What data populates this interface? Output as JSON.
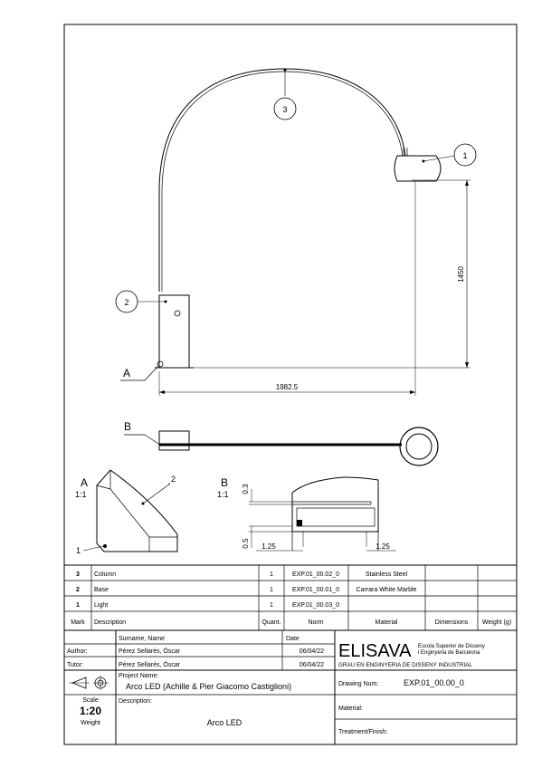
{
  "views": {
    "main": {
      "balloons": [
        "3",
        "1",
        "2"
      ],
      "height_dim": "1450",
      "width_dim": "1982.5",
      "section_label": "A"
    },
    "top": {
      "section_label": "B"
    },
    "detail_a": {
      "label": "A",
      "scale": "1:1",
      "balloons": [
        "2",
        "1"
      ]
    },
    "detail_b": {
      "label": "B",
      "scale": "1:1",
      "dims": [
        "0.3",
        "0.5",
        "1.25",
        "1.25"
      ]
    }
  },
  "bom": {
    "rows": [
      {
        "mark": "3",
        "description": "Column",
        "quantity": "1",
        "norm": "EXP.01_00.02_0",
        "material": "Stainless Steel",
        "dimensions": "",
        "weight": ""
      },
      {
        "mark": "2",
        "description": "Base",
        "quantity": "1",
        "norm": "EXP.01_00.01_0",
        "material": "Carrara White Marble",
        "dimensions": "",
        "weight": ""
      },
      {
        "mark": "1",
        "description": "Light",
        "quantity": "1",
        "norm": "EXP.01_00.03_0",
        "material": "",
        "dimensions": "",
        "weight": ""
      }
    ],
    "headers": {
      "mark": "Mark",
      "description": "Description",
      "quantity": "Quant.",
      "norm": "Norm",
      "material": "Material",
      "dimensions": "Dimensions",
      "weight": "Weight (g)"
    }
  },
  "title_block": {
    "surname_header": "Surname, Name",
    "date_header": "Date",
    "author_label": "Author:",
    "author_name": "Pérez Sellarés, Óscar",
    "author_date": "06/04/22",
    "tutor_label": "Tutor:",
    "tutor_name": "Pérez Sellarés, Óscar",
    "tutor_date": "06/04/22",
    "school_name": "ELISAVA",
    "school_sub1": "Escola Superior de Disseny",
    "school_sub2": "i Enginyeria de Barcelona",
    "degree": "GRAU EN ENGINYERIA DE DISSENY INDUSTRIAL",
    "project_label": "Project Name:",
    "project_name": "Arco LED (Achille & Pier Giacomo Castiglioni)",
    "drawing_num_label": "Drawing Num:",
    "drawing_num": "EXP.01_00.00_0",
    "scale_label": "Scale",
    "scale": "1:20",
    "weight_label": "Weight",
    "description_label": "Description:",
    "description": "Arco LED",
    "material_label": "Material:",
    "treatment_label": "Treatment/Finish:"
  }
}
